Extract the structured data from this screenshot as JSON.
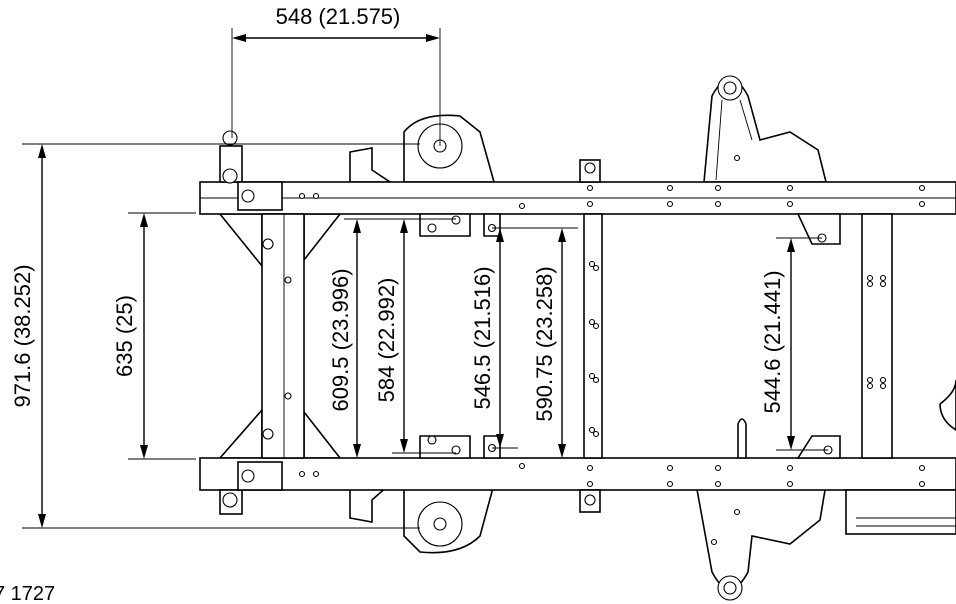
{
  "figure_id": "7 1727",
  "dimensions": [
    {
      "key": "top_width",
      "label": "548 (21.575)"
    },
    {
      "key": "overall",
      "label": "971.6 (38.252)"
    },
    {
      "key": "front",
      "label": "635 (25)"
    },
    {
      "key": "d1",
      "label": "609.5 (23.996)"
    },
    {
      "key": "d2",
      "label": "584 (22.992)"
    },
    {
      "key": "d3",
      "label": "546.5 (21.516)"
    },
    {
      "key": "d4",
      "label": "590.75 (23.258)"
    },
    {
      "key": "rear",
      "label": "544.6 (21.441)"
    }
  ]
}
